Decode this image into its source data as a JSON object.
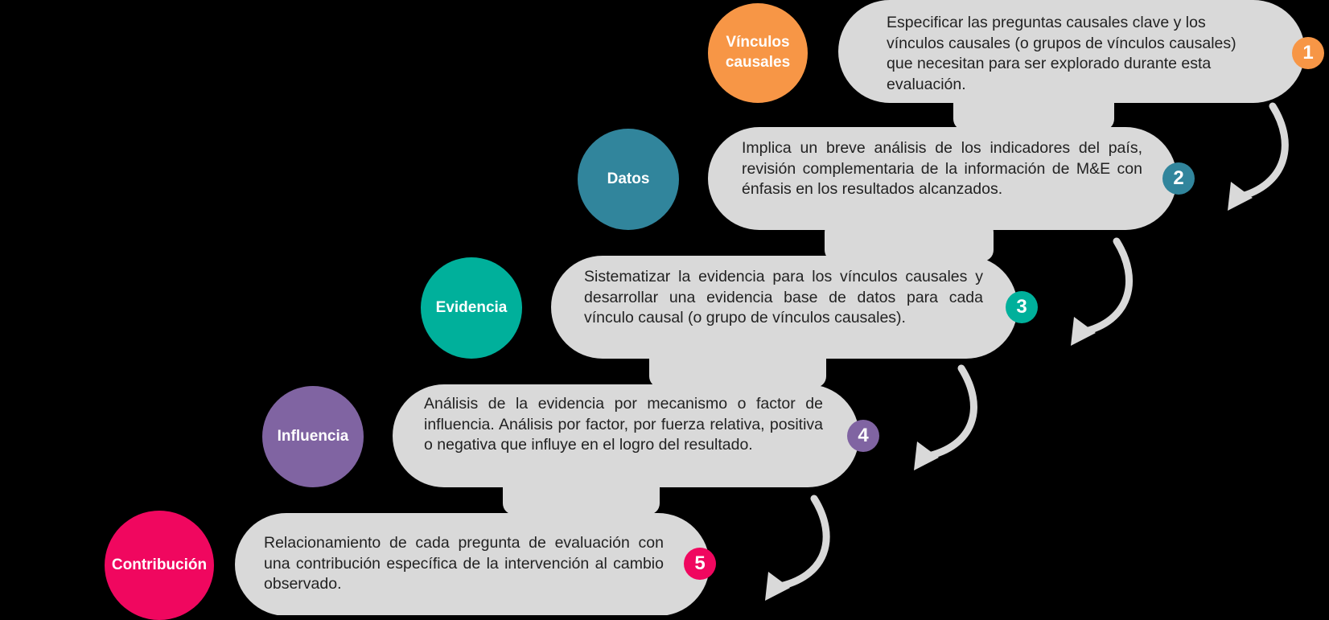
{
  "steps": [
    {
      "number": "1",
      "label_lines": [
        "Vínculos",
        "causales"
      ],
      "text": "Especificar las preguntas causales clave y los vínculos causales (o grupos de vínculos causales) que necesitan para ser explorado durante esta evaluación.",
      "color": "#F79646"
    },
    {
      "number": "2",
      "label_lines": [
        "Datos"
      ],
      "text": "Implica un breve análisis de los indicadores del país, revisión complementaria de la información de M&E con énfasis en los resultados alcanzados.",
      "color": "#31859C"
    },
    {
      "number": "3",
      "label_lines": [
        "Evidencia"
      ],
      "text": "Sistematizar la evidencia para los vínculos causales y desarrollar una evidencia base de datos para cada vínculo causal (o grupo de vínculos causales).",
      "color": "#00B09B"
    },
    {
      "number": "4",
      "label_lines": [
        "Influencia"
      ],
      "text": "Análisis de la evidencia por mecanismo o factor de influencia. Análisis por factor,  por fuerza relativa, positiva o negativa que influye en el logro del resultado.",
      "color": "#8064A2"
    },
    {
      "number": "5",
      "label_lines": [
        "Contribución"
      ],
      "text": "Relacionamiento de cada pregunta de evaluación con una contribución específica de la intervención al cambio observado.",
      "color": "#F0075F"
    }
  ],
  "colors": {
    "background": "#000000",
    "panel": "#D9D9D9",
    "text": "#222222"
  }
}
